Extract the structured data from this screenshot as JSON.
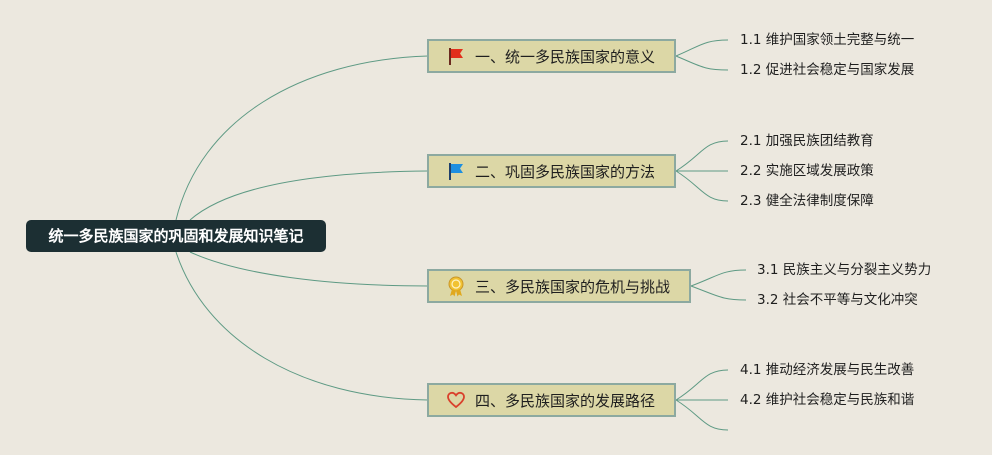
{
  "root": {
    "label": "统一多民族国家的巩固和发展知识笔记"
  },
  "branches": [
    {
      "label": "一、统一多民族国家的意义",
      "icon": "red-flag-icon",
      "children": [
        "1.1 维护国家领土完整与统一",
        "1.2 促进社会稳定与国家发展"
      ]
    },
    {
      "label": "二、巩固多民族国家的方法",
      "icon": "blue-flag-icon",
      "children": [
        "2.1 加强民族团结教育",
        "2.2 实施区域发展政策",
        "2.3 健全法律制度保障"
      ]
    },
    {
      "label": "三、多民族国家的危机与挑战",
      "icon": "award-medal-icon",
      "children": [
        "3.1 民族主义与分裂主义势力",
        "3.2 社会不平等与文化冲突"
      ]
    },
    {
      "label": "四、多民族国家的发展路径",
      "icon": "heart-icon",
      "children": [
        "4.1 推动经济发展与民生改善",
        "4.2 维护社会稳定与民族和谐",
        ""
      ]
    }
  ],
  "colors": {
    "background": "#ece8df",
    "root_fill": "#1c2f33",
    "branch_fill": "#dcd7a6",
    "branch_border": "#8ca9a0",
    "connector": "#5e9a84"
  }
}
